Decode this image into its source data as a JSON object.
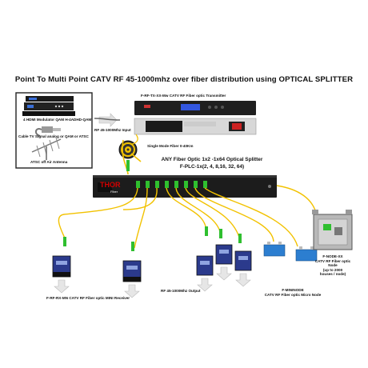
{
  "title": "Point To Multi Point CATV RF 45-1000mhz over fiber distribution using OPTICAL SPLITTER",
  "labels": {
    "modulator": "4 HDMI Modulator QAM H-4ADHD-QAM",
    "cable_tv": "Cable TV Signal analog or QAM or ATSC",
    "atsc": "ATSC off Air Antenna",
    "transmitter": "F-RF-TX-XX-Mw CATV RF Fiber optic Transmitter",
    "rf_input": "RF 45-1000Mhz Input",
    "single_mode": "Single Mode Fiber 0-40Km",
    "splitter_line1": "ANY Fiber Optic 1x2 -1x64 Optical Splitter",
    "splitter_line2": "F-PLC-1x(2, 4, 8,16, 32, 64)",
    "receiver": "F-RF-RX-MN CATV RF Fiber optic MINI Receiver",
    "rf_output": "RF 45-1000Mhz Output",
    "fnode_line1": "F-NODE-XX",
    "fnode_line2": "CATV RF Fiber optic",
    "fnode_line3": "Node",
    "fnode_line4": "(up to 2000",
    "fnode_line5": "houses / node)",
    "fmininode_line1": "F-MININODE",
    "fmininode_line2": "CATV RF Fiber optic Micro Node",
    "thor_brand": "THOR",
    "thor_sub": "Fiber"
  },
  "icons": {
    "splitter": "optical-splitter-rack-icon",
    "transmitter": "rf-transmitter-rack-icon",
    "modulator": "hdmi-modulator-icon",
    "antenna": "atsc-antenna-icon",
    "cable_tv": "coax-cable-icon",
    "fiber_reel": "fiber-reel-icon",
    "receiver": "mini-receiver-icon",
    "node": "fiber-node-icon",
    "mininode": "micro-node-icon",
    "arrow": "down-arrow-icon"
  },
  "colors": {
    "fiber": "#f2c200",
    "connector": "#2fbf2f",
    "rack": "#1c1c1c",
    "receiver": "#2b3a8c",
    "arrow": "#e6e6e6"
  }
}
